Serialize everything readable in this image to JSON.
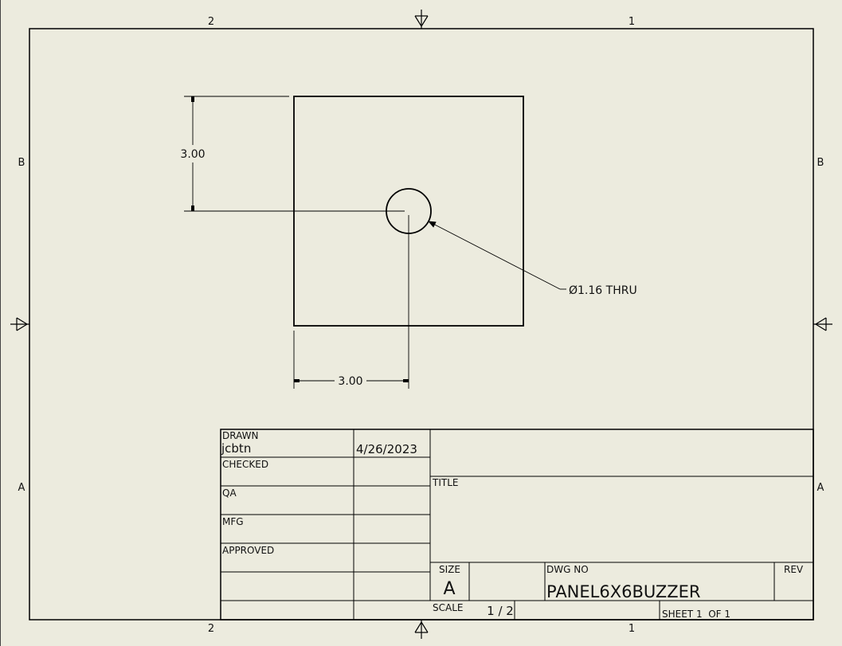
{
  "zones": {
    "top_left": "2",
    "top_right": "1",
    "bottom_left": "2",
    "bottom_right": "1",
    "left_upper": "B",
    "left_lower": "A",
    "right_upper": "B",
    "right_lower": "A"
  },
  "part": {
    "vertical_dimension": "3.00",
    "horizontal_dimension": "3.00",
    "hole_callout": "Ø1.16 THRU"
  },
  "title_block": {
    "drawn_label": "DRAWN",
    "drawn_by": "jcbtn",
    "drawn_date": "4/26/2023",
    "checked_label": "CHECKED",
    "qa_label": "QA",
    "mfg_label": "MFG",
    "approved_label": "APPROVED",
    "title_label": "TITLE",
    "size_label": "SIZE",
    "size_value": "A",
    "dwg_no_label": "DWG NO",
    "dwg_no_value": "PANEL6X6BUZZER",
    "rev_label": "REV",
    "scale_label": "SCALE",
    "scale_value": "1 / 2",
    "sheet_value": "SHEET 1  OF 1"
  },
  "colors": {
    "background": "#ecebde",
    "line": "#000000"
  }
}
